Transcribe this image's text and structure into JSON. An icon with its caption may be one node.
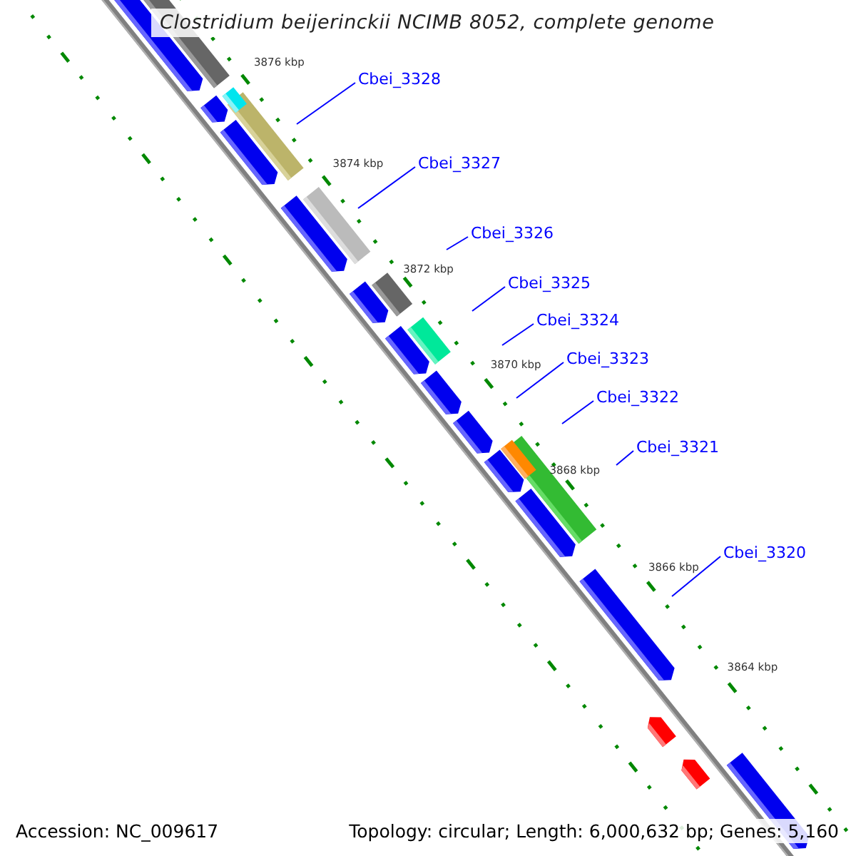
{
  "diagram": {
    "title": "Clostridium beijerinckii NCIMB 8052, complete genome",
    "nodes": [
      {
        "text": [
          "Cbei_3328"
        ]
      },
      {
        "text": [
          "Cbei_3327"
        ]
      },
      {
        "text": [
          "Cbei_3326"
        ]
      },
      {
        "text": [
          "Cbei_3325"
        ]
      },
      {
        "text": [
          "Cbei_3324"
        ]
      },
      {
        "text": [
          "Cbei_3323"
        ]
      },
      {
        "text": [
          "Cbei_3322"
        ]
      },
      {
        "text": [
          "Cbei_3321"
        ]
      },
      {
        "text": [
          "Cbei_3320"
        ]
      }
    ],
    "edges": [
      {
        "from": 0,
        "to": null,
        "arrow": "none"
      },
      {
        "from": 1,
        "to": null,
        "arrow": "none"
      },
      {
        "from": 2,
        "to": null,
        "arrow": "none"
      },
      {
        "from": 3,
        "to": null,
        "arrow": "none"
      },
      {
        "from": 4,
        "to": null,
        "arrow": "none"
      },
      {
        "from": 5,
        "to": null,
        "arrow": "none"
      },
      {
        "from": 6,
        "to": null,
        "arrow": "none"
      },
      {
        "from": 7,
        "to": null,
        "arrow": "none"
      },
      {
        "from": 8,
        "to": null,
        "arrow": "none"
      }
    ],
    "labels": [
      "3876 kbp",
      "3874 kbp",
      "3872 kbp",
      "3870 kbp",
      "3868 kbp",
      "3866 kbp",
      "3864 kbp",
      "Accession: NC_009617",
      "Topology: circular; Length: 6,000,632 bp; Genes: 5,160"
    ]
  }
}
